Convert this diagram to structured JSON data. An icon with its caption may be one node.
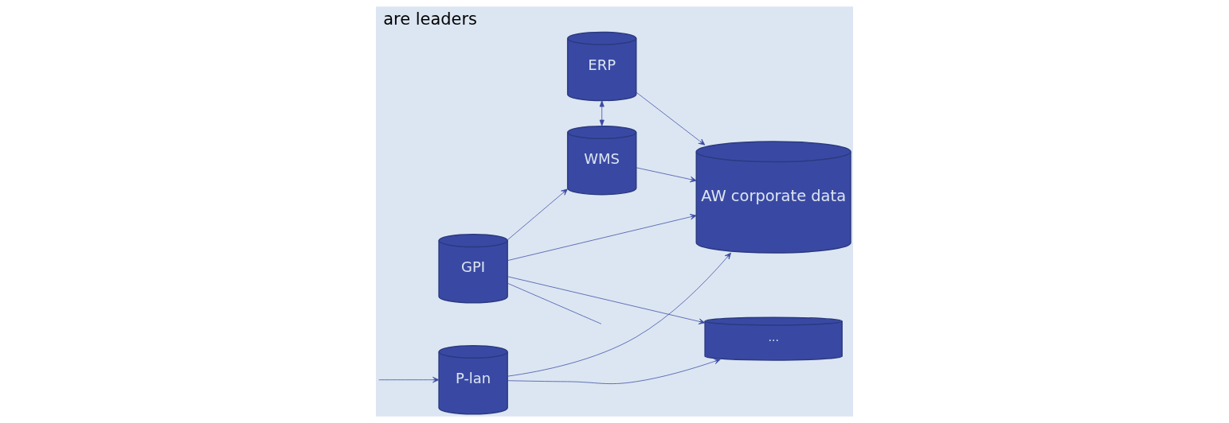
{
  "diagram": {
    "title": "are leaders",
    "nodes": [
      {
        "text": [
          "ERP"
        ]
      },
      {
        "text": [
          "WMS"
        ]
      },
      {
        "text": [
          "AW corporate data"
        ]
      },
      {
        "text": [
          "…"
        ]
      },
      {
        "text": [
          "P-lan"
        ]
      },
      {
        "text": [
          "GPI"
        ]
      }
    ],
    "edges": [
      {
        "from": 0,
        "to": 1,
        "arrow": "both"
      },
      {
        "from": 0,
        "to": 2,
        "arrow": "to"
      },
      {
        "from": 1,
        "to": 2,
        "arrow": "to"
      },
      {
        "from": 4,
        "to": 2,
        "arrow": "to"
      },
      {
        "from": 5,
        "to": 2,
        "arrow": "to"
      },
      {
        "from": 4,
        "to": 3,
        "arrow": "to"
      },
      {
        "from": 5,
        "to": 3,
        "arrow": "to"
      },
      {
        "from": 5,
        "to": 1,
        "arrow": "to"
      },
      {
        "from": null,
        "to": 4,
        "arrow": "to"
      },
      {
        "from": 5,
        "to": null,
        "arrow": "none"
      }
    ]
  }
}
